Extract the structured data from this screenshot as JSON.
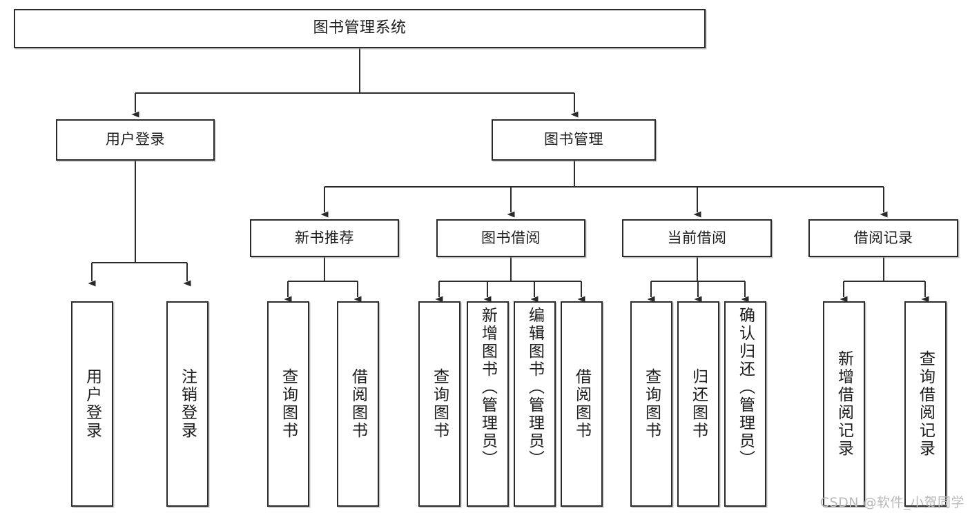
{
  "diagram": {
    "title": "图书管理系统",
    "watermark": "CSDN @软件_小贺同学",
    "colors": {
      "background": "#ffffff",
      "border": "#2b2b2b",
      "edge": "#2b2b2b",
      "text": "#1d1d1d",
      "watermark": "#b9b9b9"
    },
    "nodes": {
      "root": {
        "label": "图书管理系统"
      },
      "level2": [
        {
          "label": "用户登录"
        },
        {
          "label": "图书管理"
        }
      ],
      "level3": [
        {
          "label": "新书推荐"
        },
        {
          "label": "图书借阅"
        },
        {
          "label": "当前借阅"
        },
        {
          "label": "借阅记录"
        }
      ],
      "leaves": {
        "user_login": [
          {
            "label": "用户登录"
          },
          {
            "label": "注销登录"
          }
        ],
        "new_book_recommend": [
          {
            "label": "查询图书"
          },
          {
            "label": "借阅图书"
          }
        ],
        "book_borrow": [
          {
            "label": "查询图书"
          },
          {
            "label": "新增图书（管理员）"
          },
          {
            "label": "编辑图书（管理员）"
          },
          {
            "label": "借阅图书"
          }
        ],
        "current_borrow": [
          {
            "label": "查询图书"
          },
          {
            "label": "归还图书"
          },
          {
            "label": "确认归还（管理员）"
          }
        ],
        "borrow_record": [
          {
            "label": "新增借阅记录"
          },
          {
            "label": "查询借阅记录"
          }
        ]
      }
    }
  }
}
